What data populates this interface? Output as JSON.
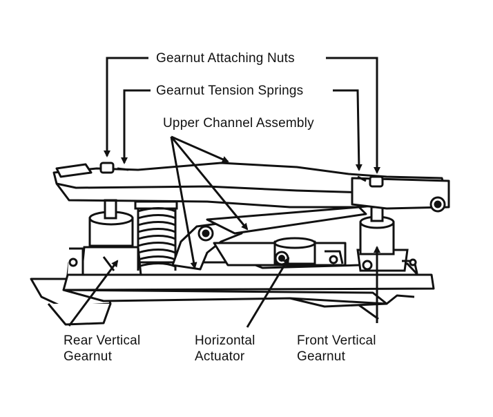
{
  "labels": {
    "attaching_nuts": "Gearnut Attaching Nuts",
    "tension_springs": "Gearnut Tension Springs",
    "upper_channel": "Upper Channel Assembly",
    "rear_vertical": [
      "Rear Vertical",
      "Gearnut"
    ],
    "horizontal_actuator": [
      "Horizontal",
      "Actuator"
    ],
    "front_vertical": [
      "Front Vertical",
      "Gearnut"
    ]
  },
  "colors": {
    "ink": "#111111",
    "paper": "#ffffff",
    "shade": "#d8d8d8"
  }
}
